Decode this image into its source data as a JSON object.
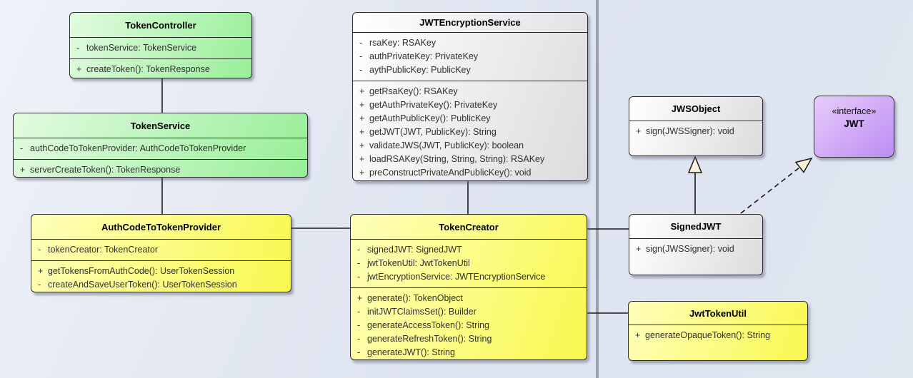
{
  "palette": {
    "green_light": "#e2fbe0",
    "green": "#98ef98",
    "yellow_light": "#ffffbb",
    "yellow": "#f8f84e",
    "gray_light": "#ffffff",
    "gray": "#dcdcdf",
    "purple_light": "#e6cdfa",
    "purple": "#bd8cf3",
    "divider": "#9aa0a6",
    "line": "#1a1a1a",
    "arrow_fill": "#faf0dc"
  },
  "classes": {
    "tokenController": {
      "title": "TokenController",
      "attributes": [
        {
          "vis": "-",
          "text": "tokenService: TokenService"
        }
      ],
      "methods": [
        {
          "vis": "+",
          "text": "createToken(): TokenResponse"
        }
      ]
    },
    "tokenService": {
      "title": "TokenService",
      "attributes": [
        {
          "vis": "-",
          "text": "authCodeToTokenProvider: AuthCodeToTokenProvider"
        }
      ],
      "methods": [
        {
          "vis": "+",
          "text": "serverCreateToken(): TokenResponse"
        }
      ]
    },
    "authCodeToTokenProvider": {
      "title": "AuthCodeToTokenProvider",
      "attributes": [
        {
          "vis": "-",
          "text": "tokenCreator: TokenCreator"
        }
      ],
      "methods": [
        {
          "vis": "+",
          "text": "getTokensFromAuthCode(): UserTokenSession"
        },
        {
          "vis": "-",
          "text": "createAndSaveUserToken(): UserTokenSession"
        }
      ]
    },
    "jwtEncryptionService": {
      "title": "JWTEncryptionService",
      "attributes": [
        {
          "vis": "-",
          "text": "rsaKey: RSAKey"
        },
        {
          "vis": "-",
          "text": "authPrivateKey: PrivateKey"
        },
        {
          "vis": "-",
          "text": "aythPublicKey: PublicKey"
        }
      ],
      "methods": [
        {
          "vis": "+",
          "text": "getRsaKey(): RSAKey"
        },
        {
          "vis": "+",
          "text": "getAuthPrivateKey(): PrivateKey"
        },
        {
          "vis": "+",
          "text": "getAuthPublicKey(): PublicKey"
        },
        {
          "vis": "+",
          "text": "getJWT(JWT, PublicKey): String"
        },
        {
          "vis": "+",
          "text": "validateJWS(JWT, PublicKey): boolean"
        },
        {
          "vis": "+",
          "text": "loadRSAKey(String, String, String): RSAKey"
        },
        {
          "vis": "+",
          "text": "preConstructPrivateAndPublicKey(): void"
        }
      ]
    },
    "tokenCreator": {
      "title": "TokenCreator",
      "attributes": [
        {
          "vis": "-",
          "text": "signedJWT: SignedJWT"
        },
        {
          "vis": "-",
          "text": "jwtTokenUtil: JwtTokenUtil"
        },
        {
          "vis": "-",
          "text": "jwtEncryptionService: JWTEncryptionService"
        }
      ],
      "methods": [
        {
          "vis": "+",
          "text": "generate(): TokenObject"
        },
        {
          "vis": "-",
          "text": "initJWTClaimsSet(): Builder"
        },
        {
          "vis": "-",
          "text": "generateAccessToken(): String"
        },
        {
          "vis": "-",
          "text": "generateRefreshToken(): String"
        },
        {
          "vis": "-",
          "text": "generateJWT(): String"
        }
      ]
    },
    "jwsObject": {
      "title": "JWSObject",
      "methods": [
        {
          "vis": "+",
          "text": "sign(JWSSigner): void"
        }
      ]
    },
    "jwt": {
      "stereotype": "«interface»",
      "title": "JWT"
    },
    "signedJWT": {
      "title": "SignedJWT",
      "methods": [
        {
          "vis": "+",
          "text": "sign(JWSSigner): void"
        }
      ]
    },
    "jwtTokenUtil": {
      "title": "JwtTokenUtil",
      "methods": [
        {
          "vis": "+",
          "text": "generateOpaqueToken(): String"
        }
      ]
    }
  },
  "relationships": [
    {
      "from": "TokenController",
      "to": "TokenService",
      "type": "association"
    },
    {
      "from": "TokenService",
      "to": "AuthCodeToTokenProvider",
      "type": "association"
    },
    {
      "from": "AuthCodeToTokenProvider",
      "to": "TokenCreator",
      "type": "association"
    },
    {
      "from": "JWTEncryptionService",
      "to": "TokenCreator",
      "type": "association"
    },
    {
      "from": "TokenCreator",
      "to": "SignedJWT",
      "type": "association"
    },
    {
      "from": "TokenCreator",
      "to": "JwtTokenUtil",
      "type": "association"
    },
    {
      "from": "SignedJWT",
      "to": "JWSObject",
      "type": "generalization"
    },
    {
      "from": "SignedJWT",
      "to": "JWT",
      "type": "realization"
    }
  ]
}
